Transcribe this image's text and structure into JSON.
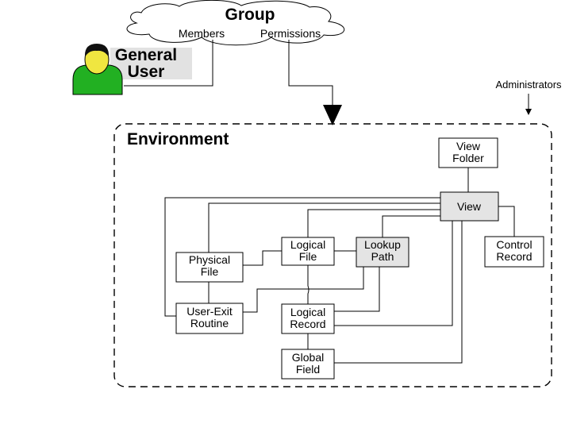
{
  "group": {
    "title": "Group",
    "members_label": "Members",
    "permissions_label": "Permissions"
  },
  "user": {
    "line1": "General",
    "line2": "User"
  },
  "administrators_label": "Administrators",
  "environment": {
    "title": "Environment",
    "nodes": {
      "view_folder": [
        "View",
        "Folder"
      ],
      "view": [
        "View"
      ],
      "control_record": [
        "Control",
        "Record"
      ],
      "logical_file": [
        "Logical",
        "File"
      ],
      "lookup_path": [
        "Lookup",
        "Path"
      ],
      "physical_file": [
        "Physical",
        "File"
      ],
      "user_exit_routine": [
        "User-Exit",
        "Routine"
      ],
      "logical_record": [
        "Logical",
        "Record"
      ],
      "global_field": [
        "Global",
        "Field"
      ]
    }
  },
  "colors": {
    "highlight_fill": "#e4e4e4",
    "user_body": "#22b022",
    "user_face": "#f0e640",
    "user_hair": "#111111",
    "label_plate": "#e2e2e2"
  }
}
